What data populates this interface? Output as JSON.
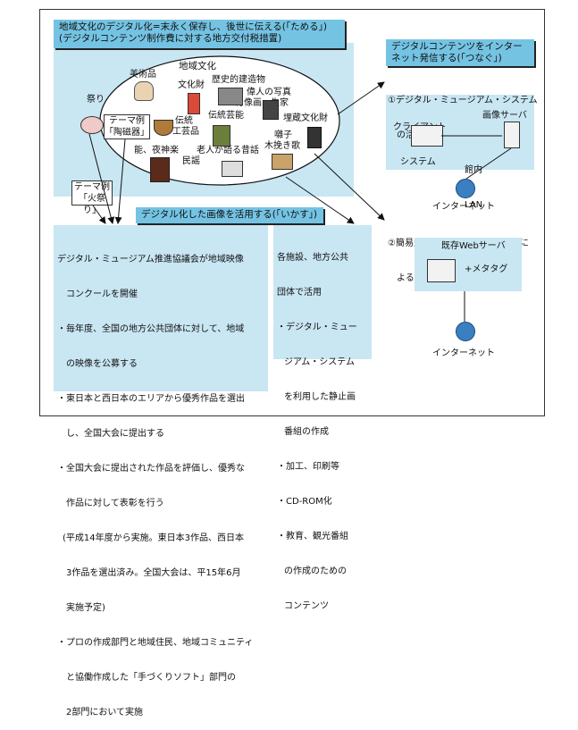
{
  "top_panel": {
    "title_line1": "地域文化のデジタル化=末永く保存し、後世に伝える(「ためる」)",
    "title_line2": "(デジタルコンテンツ制作費に対する地方交付税措置)"
  },
  "culture": {
    "label": "地域文化",
    "items": [
      "美術品",
      "文化財",
      "歴史的建造物",
      "偉人の写真",
      "肖像画、生家",
      "祭り",
      "伝統",
      "工芸品",
      "伝統芸能",
      "埋蔵文化財",
      "囃子",
      "木挽き歌",
      "能、夜神楽",
      "老人が語る昔話",
      "民謡"
    ],
    "theme_ceramics": [
      "テーマ例",
      "「陶磁器」"
    ],
    "theme_festival": [
      "テーマ例",
      "「火祭り」"
    ]
  },
  "right_header": [
    "デジタルコンテンツをインター",
    "ネット発信する(「つなぐ」)"
  ],
  "digital_museum": {
    "heading": [
      "①デジタル・ミュージアム・システム",
      "の活用"
    ],
    "client": [
      "クライアント",
      "システム"
    ],
    "server": "画像サーバ",
    "lan": [
      "館内",
      "LAN"
    ],
    "internet": "インターネット"
  },
  "simple_museum": {
    "heading": [
      "②簡易型デジタル・ミュージアムに",
      "よる情報発信"
    ],
    "server": "既存Webサーバ",
    "meta": "+メタタグ",
    "internet": "インターネット"
  },
  "use_header": "デジタル化した画像を活用する(「いかす」)",
  "contest": {
    "intro": [
      "デジタル・ミュージアム推進協議会が地域映像",
      "コンクールを開催"
    ],
    "bullets": [
      "・毎年度、全国の地方公共団体に対して、地域",
      "の映像を公募する",
      "・東日本と西日本のエリアから優秀作品を選出",
      "し、全国大会に提出する",
      "・全国大会に提出された作品を評価し、優秀な",
      "作品に対して表彰を行う",
      "(平成14年度から実施。東日本3作品、西日本",
      "3作品を選出済み。全国大会は、平15年6月",
      "実施予定)",
      "・プロの作成部門と地域住民、地域コミュニティ",
      "と協働作成した「手づくりソフト」部門の",
      "2部門において実施"
    ]
  },
  "facilities": [
    "各施設、地方公共",
    "団体で活用",
    "・デジタル・ミュー",
    "ジアム・システム",
    "を利用した静止画",
    "番組の作成",
    "・加工、印刷等",
    "・CD-ROM化",
    "・教育、観光番組",
    "の作成のための",
    "コンテンツ"
  ],
  "colors": {
    "panel": "#c9e6f3",
    "header": "#74c3e3",
    "border": "#333333"
  }
}
